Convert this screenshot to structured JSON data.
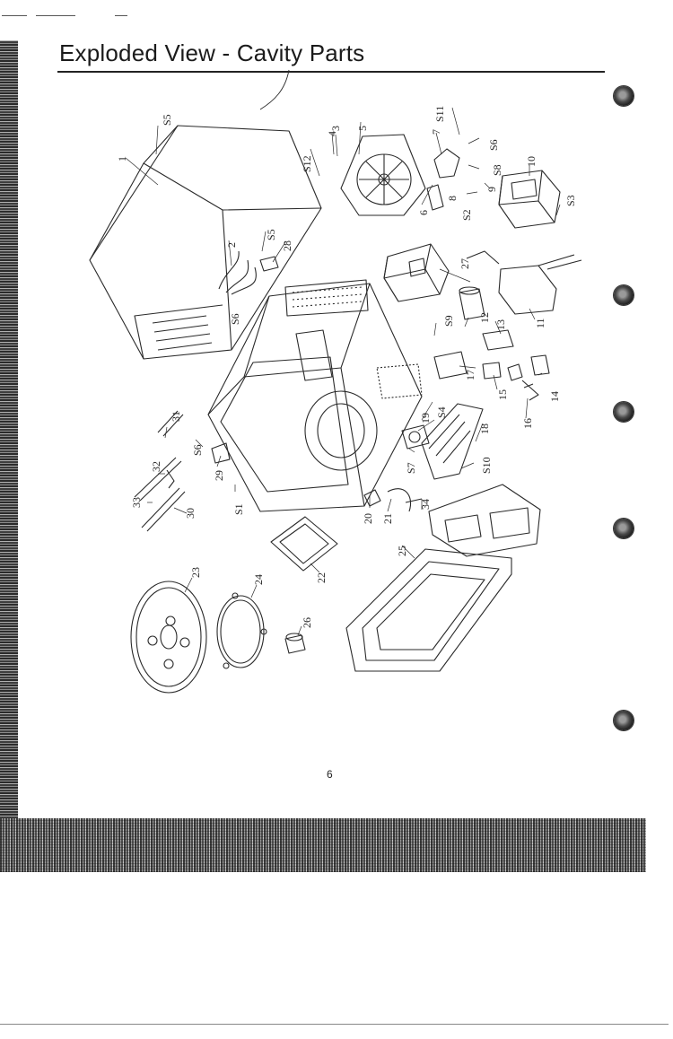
{
  "title": "Exploded View - Cavity Parts",
  "page_number": "6",
  "callouts": [
    {
      "id": "1",
      "label": "1"
    },
    {
      "id": "2",
      "label": "2"
    },
    {
      "id": "3",
      "label": "3"
    },
    {
      "id": "4",
      "label": "4"
    },
    {
      "id": "5",
      "label": "5"
    },
    {
      "id": "6",
      "label": "6"
    },
    {
      "id": "7",
      "label": "7"
    },
    {
      "id": "8",
      "label": "8"
    },
    {
      "id": "9",
      "label": "9"
    },
    {
      "id": "10",
      "label": "10"
    },
    {
      "id": "11",
      "label": "11"
    },
    {
      "id": "12",
      "label": "12"
    },
    {
      "id": "13",
      "label": "13"
    },
    {
      "id": "14",
      "label": "14"
    },
    {
      "id": "15",
      "label": "15"
    },
    {
      "id": "16",
      "label": "16"
    },
    {
      "id": "17",
      "label": "17"
    },
    {
      "id": "18",
      "label": "18"
    },
    {
      "id": "19",
      "label": "19"
    },
    {
      "id": "20",
      "label": "20"
    },
    {
      "id": "21",
      "label": "21"
    },
    {
      "id": "22",
      "label": "22"
    },
    {
      "id": "23",
      "label": "23"
    },
    {
      "id": "24",
      "label": "24"
    },
    {
      "id": "25",
      "label": "25"
    },
    {
      "id": "26",
      "label": "26"
    },
    {
      "id": "27",
      "label": "27"
    },
    {
      "id": "28",
      "label": "28"
    },
    {
      "id": "29",
      "label": "29"
    },
    {
      "id": "30",
      "label": "30"
    },
    {
      "id": "31",
      "label": "31"
    },
    {
      "id": "32",
      "label": "32"
    },
    {
      "id": "33",
      "label": "33"
    },
    {
      "id": "34",
      "label": "34"
    },
    {
      "id": "S1",
      "label": "S1"
    },
    {
      "id": "S2",
      "label": "S2"
    },
    {
      "id": "S3",
      "label": "S3"
    },
    {
      "id": "S4",
      "label": "S4"
    },
    {
      "id": "S5a",
      "label": "S5"
    },
    {
      "id": "S5b",
      "label": "S5"
    },
    {
      "id": "S6a",
      "label": "S6"
    },
    {
      "id": "S6b",
      "label": "S6"
    },
    {
      "id": "S6c",
      "label": "S6"
    },
    {
      "id": "S7",
      "label": "S7"
    },
    {
      "id": "S8",
      "label": "S8"
    },
    {
      "id": "S9",
      "label": "S9"
    },
    {
      "id": "S10",
      "label": "S10"
    },
    {
      "id": "S11",
      "label": "S11"
    },
    {
      "id": "S12",
      "label": "S12"
    }
  ]
}
